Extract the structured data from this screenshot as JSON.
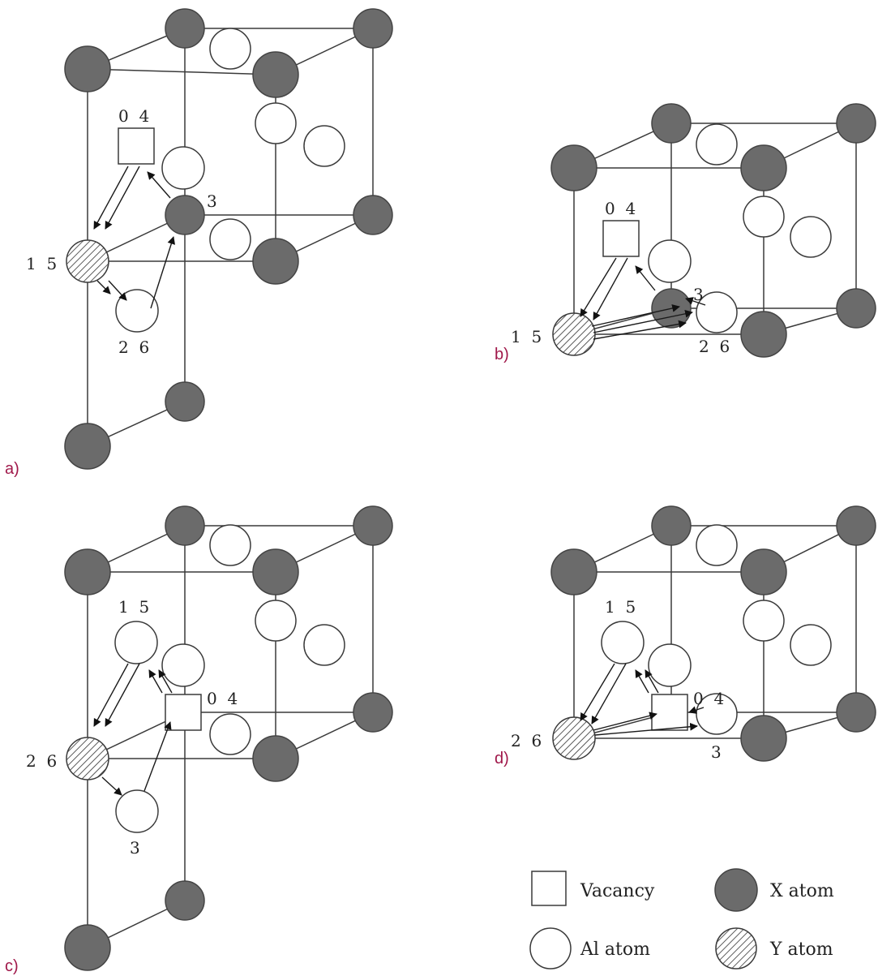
{
  "panels": {
    "a": {
      "label": "a)",
      "n_top": "0  4",
      "n_right": "3",
      "n_left": "1  5",
      "n_bottom": "2  6"
    },
    "b": {
      "label": "b)",
      "n_top": "0  4",
      "n_right": "3",
      "n_left": "1  5",
      "n_bottom": "2  6"
    },
    "c": {
      "label": "c)",
      "n_top": "1  5",
      "n_right": "0  4",
      "n_left": "2  6",
      "n_bottom": "3"
    },
    "d": {
      "label": "d)",
      "n_top": "1  5",
      "n_right": "0  4",
      "n_left": "2  6",
      "n_bottom": "3"
    }
  },
  "legend": {
    "vacancy": "Vacancy",
    "x_atom": "X atom",
    "al_atom": "Al atom",
    "y_atom": "Y atom"
  },
  "colors": {
    "x_atom": "#6b6b6b",
    "panel_label": "#a0184a"
  }
}
